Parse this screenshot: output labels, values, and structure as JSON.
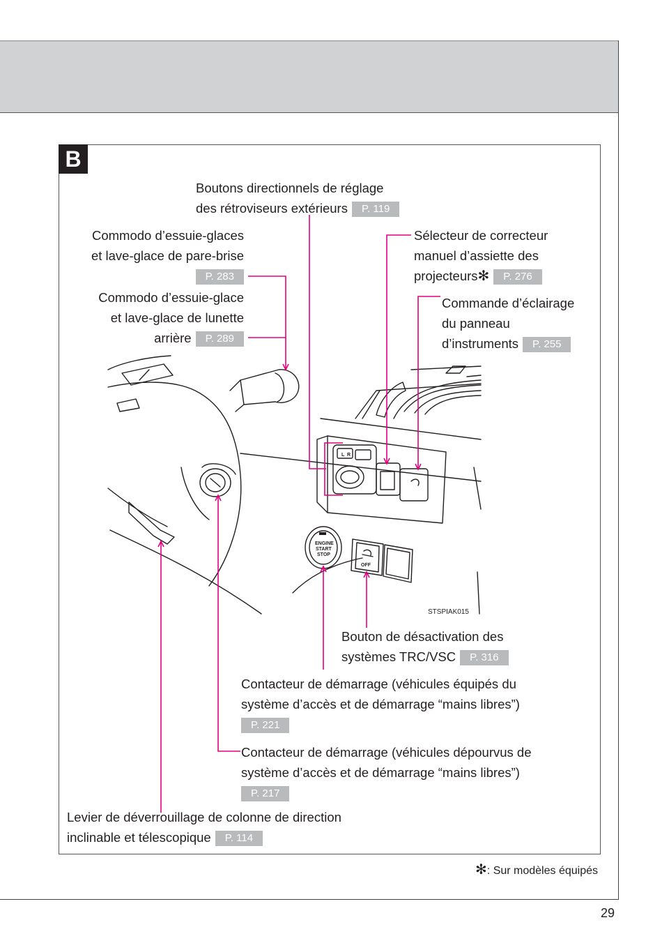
{
  "section_badge": "B",
  "labels": {
    "mirror": {
      "line1": "Boutons directionnels de réglage",
      "line2": "des rétroviseurs extérieurs",
      "ref": "P. 119"
    },
    "wiper_front": {
      "line1": "Commodo d’essuie-glaces",
      "line2": "et lave-glace de pare-brise",
      "ref": "P. 283"
    },
    "wiper_rear": {
      "line1": "Commodo d’essuie-glace",
      "line2": "et lave-glace de lunette",
      "line3": "arrière",
      "ref": "P. 289"
    },
    "headlight": {
      "line1": "Sélecteur de correcteur",
      "line2": "manuel d’assiette des",
      "line3": "projecteurs",
      "star": "✻",
      "ref": "P. 276"
    },
    "panel_light": {
      "line1": "Commande d’éclairage",
      "line2": "du panneau",
      "line3": "d’instruments",
      "ref": "P. 255"
    },
    "trc": {
      "line1": "Bouton de désactivation des",
      "line2": "systèmes TRC/VSC",
      "ref": "P. 316"
    },
    "ignition_smart": {
      "line1": "Contacteur de démarrage (véhicules équipés du",
      "line2": "système d’accès et de démarrage “mains libres”)",
      "ref": "P. 221"
    },
    "ignition_key": {
      "line1": "Contacteur de démarrage (véhicules dépourvus de",
      "line2": "système d’accès et de démarrage “mains libres”)",
      "ref": "P. 217"
    },
    "tilt": {
      "line1": "Levier de déverrouillage de colonne de direction",
      "line2": "inclinable et télescopique",
      "ref": "P. 114"
    }
  },
  "illustration": {
    "code": "STSPIAK015",
    "engine_button": [
      "ENGINE",
      "START",
      "STOP"
    ],
    "mirror_switch": [
      "L",
      "R"
    ],
    "trc_text": "OFF"
  },
  "footnote": {
    "star": "✻",
    "text": ": Sur modèles équipés"
  },
  "page_number": "29",
  "colors": {
    "leader": "#e5007e",
    "ref_badge": "#b9babc",
    "header": "#d1d2d4"
  }
}
